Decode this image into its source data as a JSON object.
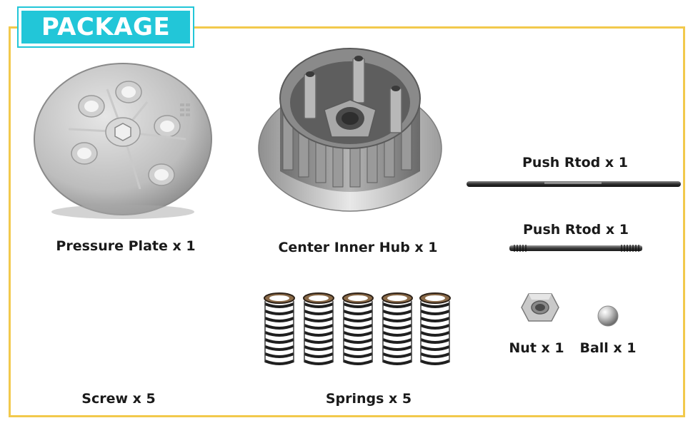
{
  "header": {
    "badge_text": "PACKAGE"
  },
  "colors": {
    "frame": "#f2c94c",
    "badge": "#22c6d8",
    "label_text": "#1a1a1a"
  },
  "items": {
    "pressure_plate": "Pressure Plate x 1",
    "center_hub": "Center Inner Hub x 1",
    "push_rod_long": "Push Rtod x 1",
    "push_rod_short": "Push Rtod x 1",
    "nut": "Nut x 1",
    "ball": "Ball x 1",
    "screw": "Screw x 5",
    "springs": "Springs x 5"
  }
}
